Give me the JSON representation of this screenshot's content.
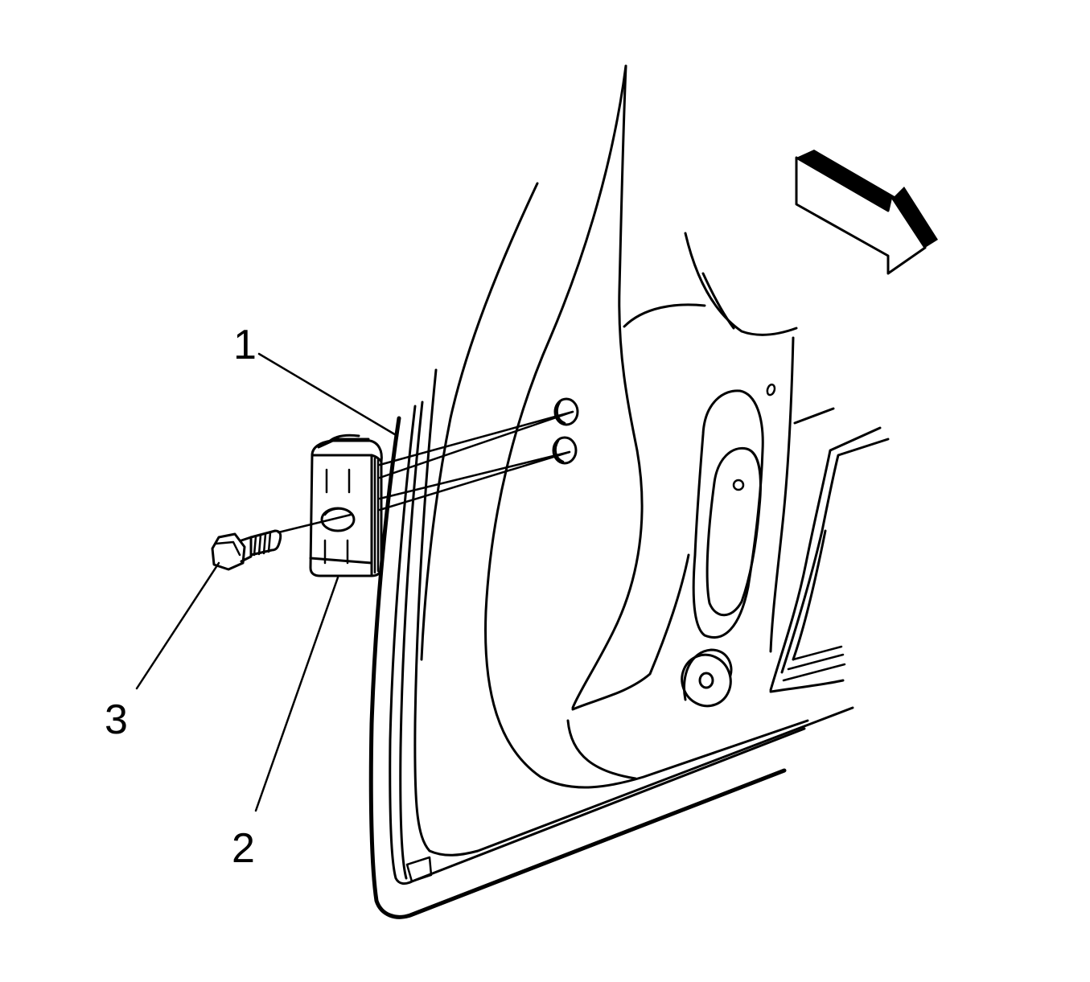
{
  "callouts": [
    {
      "id": "1",
      "label": "1"
    },
    {
      "id": "2",
      "label": "2"
    },
    {
      "id": "3",
      "label": "3"
    }
  ],
  "colors": {
    "line": "#000000",
    "background": "#ffffff"
  },
  "icons": [
    "direction-arrow-icon",
    "bolt-icon",
    "bracket-icon"
  ]
}
